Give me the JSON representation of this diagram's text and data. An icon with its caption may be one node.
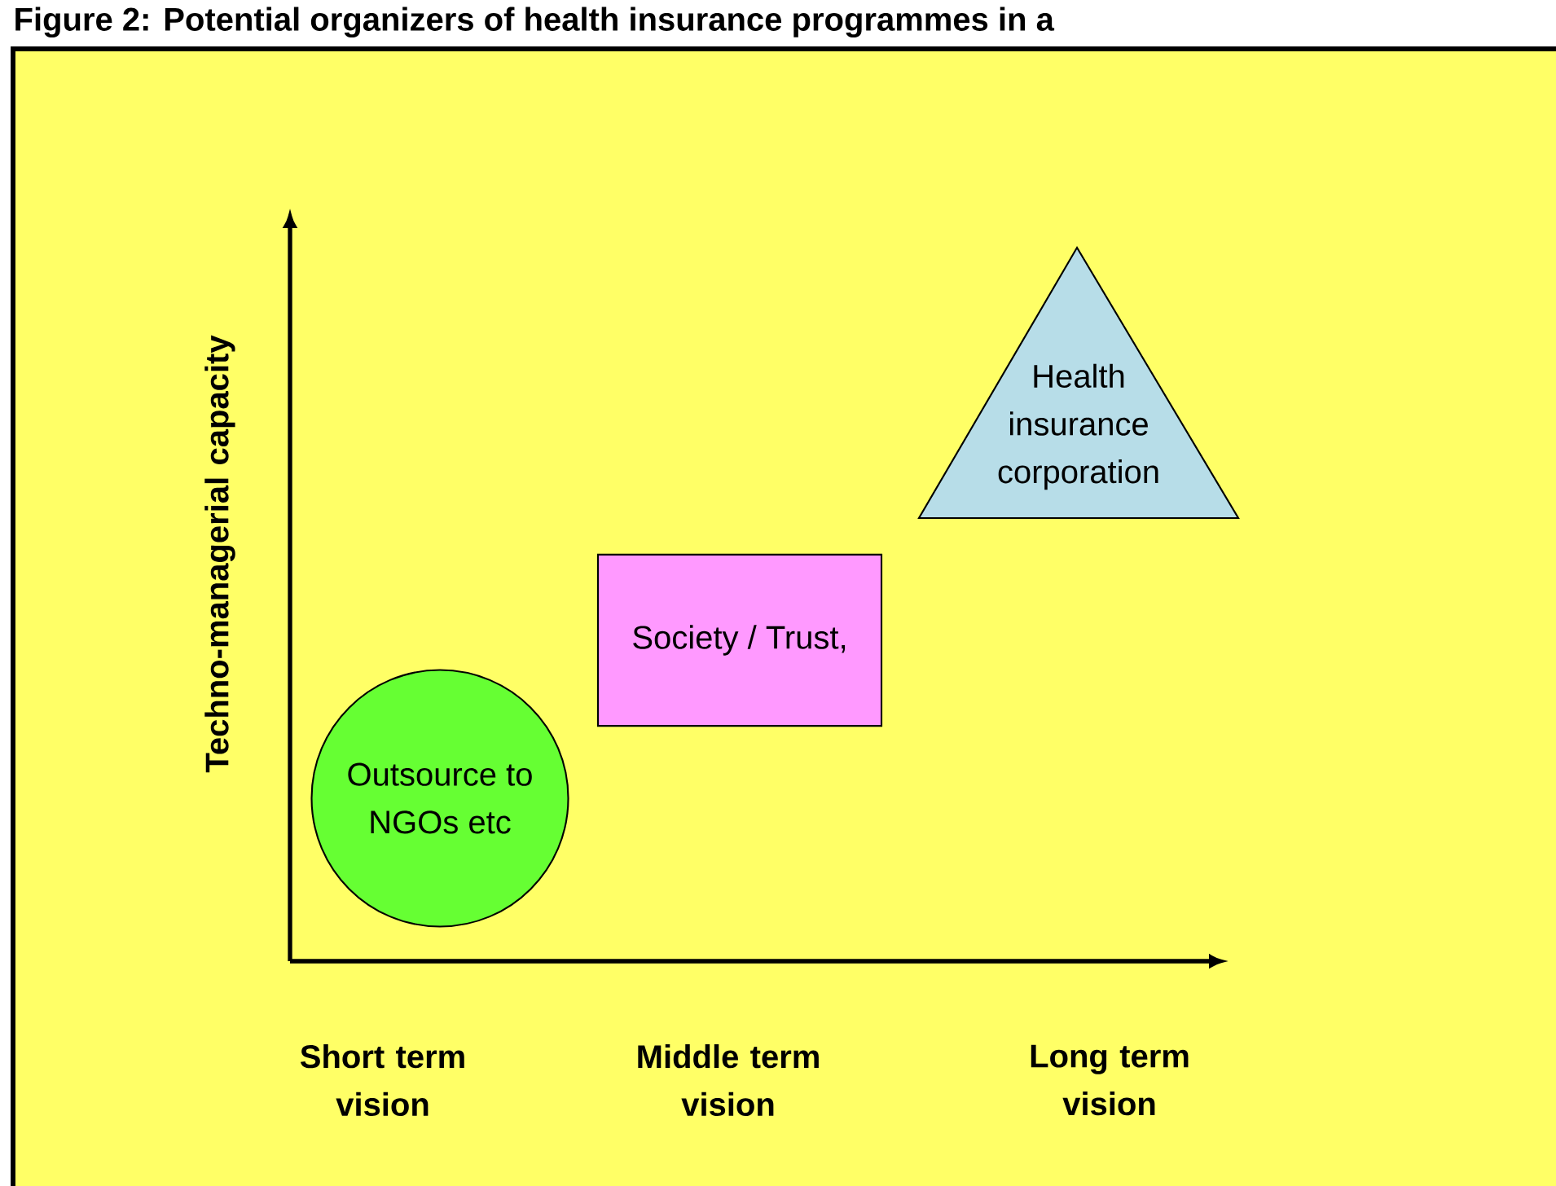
{
  "diagram": {
    "title": "Figure 2: Potential organizers of health insurance programmes in a",
    "nodes": [
      {
        "text": [
          "Outsource to NGOs etc"
        ]
      },
      {
        "text": [
          "Society / Trust,"
        ]
      },
      {
        "text": [
          "Health insurance corporation"
        ]
      }
    ],
    "labels": [
      "Techno-managerial capacity",
      "Short term vision",
      "Middle term vision",
      "Long term vision"
    ]
  }
}
